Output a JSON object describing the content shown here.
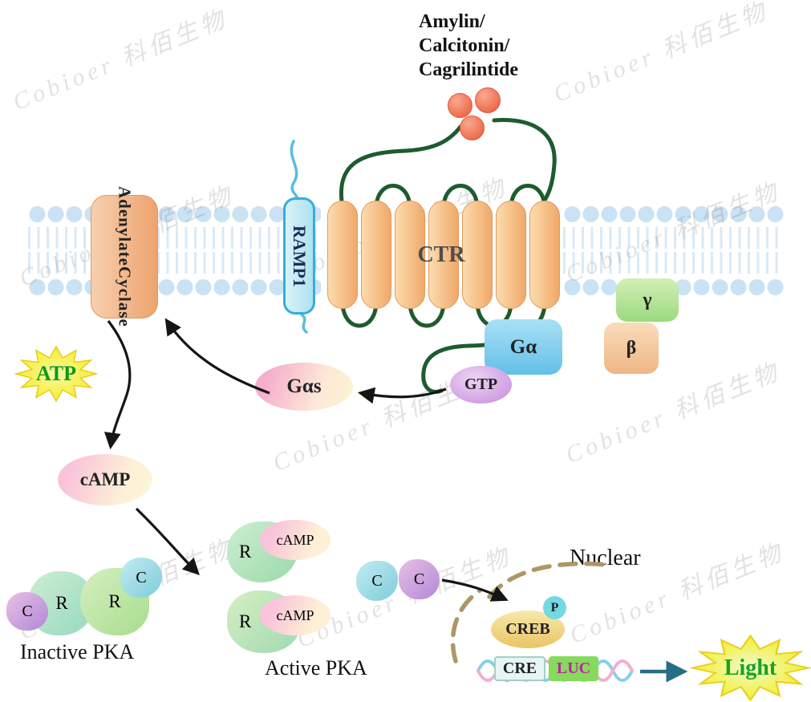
{
  "watermark": {
    "text": "Cobioer 科佰生物"
  },
  "ligand": {
    "lines": [
      "Amylin/",
      "Calcitonin/",
      "Cagrilintide"
    ]
  },
  "receptor": {
    "ramp1": "RAMP1",
    "ctr": "CTR"
  },
  "enzyme": {
    "lines": [
      "Adenylate",
      "Cyclase"
    ]
  },
  "g_protein": {
    "g_alpha": "Gα",
    "gamma": "γ",
    "beta": "β",
    "gtp": "GTP",
    "g_alpha_s": "Gαs"
  },
  "metabolites": {
    "atp": "ATP",
    "camp": "cAMP"
  },
  "pka": {
    "r": "R",
    "c": "C",
    "camp": "cAMP",
    "inactive_label": "Inactive PKA",
    "active_label": "Active PKA"
  },
  "nucleus": {
    "label": "Nuclear",
    "creb": "CREB",
    "phospho": "P",
    "cre": "CRE",
    "luc": "LUC"
  },
  "output": {
    "light": "Light"
  },
  "colors": {
    "membrane_head": "#c9e2f4",
    "helix_orange": "#f0a869",
    "loop_green": "#1e5b2d",
    "ramp1_cyan": "#35aed6",
    "g_alpha_blue": "#6ec4ea",
    "gamma_green": "#9bd97e",
    "beta_peach": "#efb585",
    "gtp_purple": "#c48bdb",
    "gas_pink": "#f6aecb",
    "atp_star_yellow": "#f6ee2e",
    "atp_text_green": "#0b9a1d",
    "camp_pink": "#f9c3da",
    "creb_tan": "#e9c565",
    "luc_green": "#86da5d",
    "luc_text_magenta": "#c21fa8",
    "light_text_green": "#17a517",
    "nuclear_dash_tan": "#ad9766",
    "ligand_red": "#ee6a4c",
    "arrow_black": "#151515",
    "arrow_teal": "#256f86"
  }
}
